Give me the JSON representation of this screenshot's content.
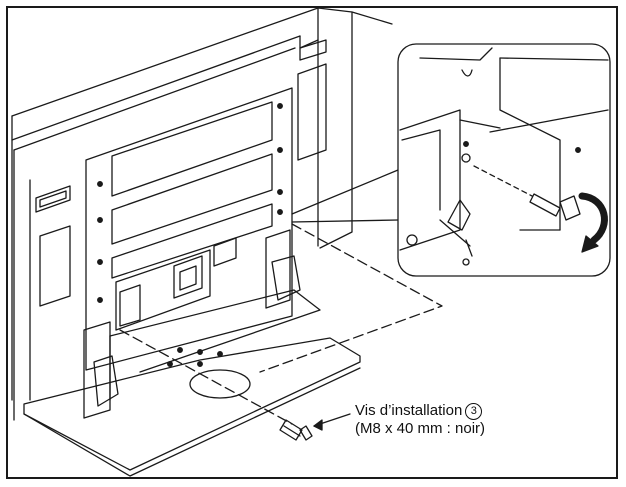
{
  "callout": {
    "line1": "Vis d’installation",
    "part_number": "3",
    "line2": "(M8 x 40 mm : noir)"
  },
  "icons": {
    "rotation": "clockwise-rotation-arrow-icon",
    "screw": "screw-icon"
  },
  "colors": {
    "line": "#1a1a1a",
    "background": "#ffffff"
  }
}
